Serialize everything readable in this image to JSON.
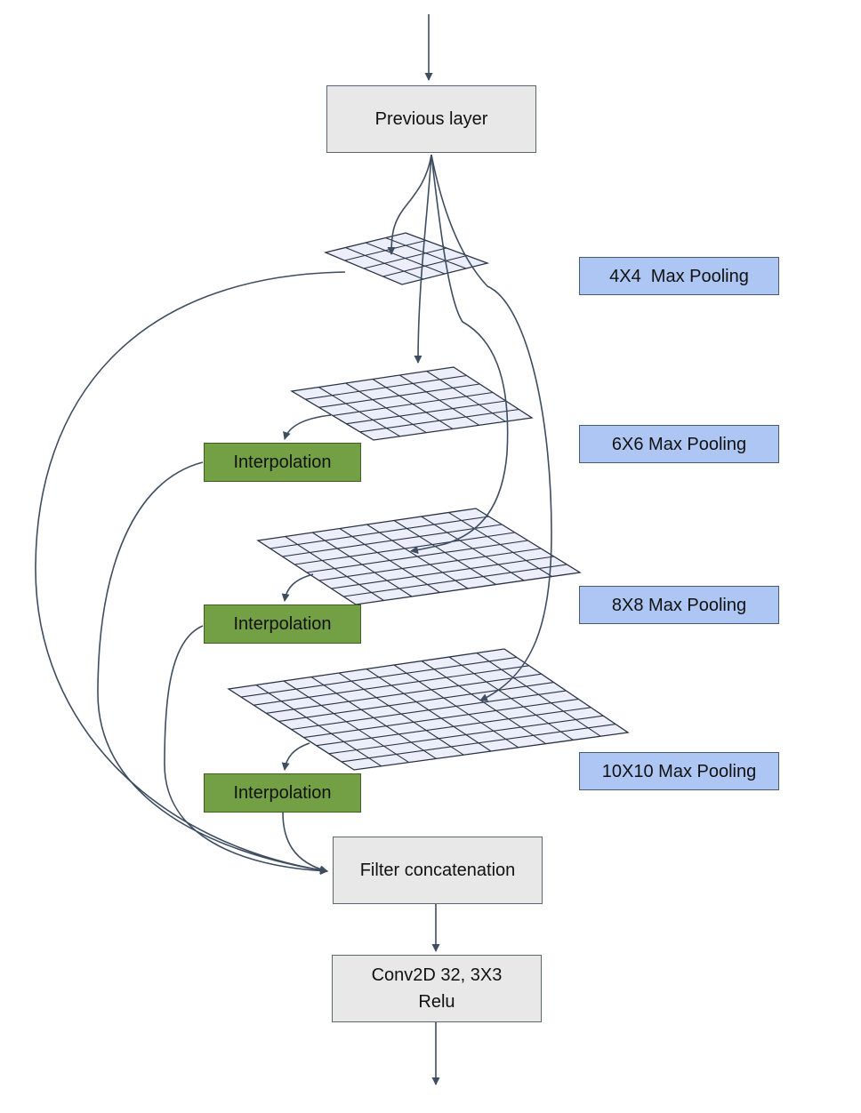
{
  "nodes": {
    "previous_layer": "Previous layer",
    "filter_concat": "Filter concatenation",
    "conv_line1": "Conv2D 32, 3X3",
    "conv_line2": "Relu"
  },
  "pooling_labels": {
    "p4": "4X4  Max Pooling",
    "p6": "6X6 Max Pooling",
    "p8": "8X8 Max Pooling",
    "p10": "10X10 Max Pooling"
  },
  "interpolation_labels": {
    "i6": "Interpolation",
    "i8": "Interpolation",
    "i10": "Interpolation"
  },
  "grids": [
    {
      "name": "grid-4x4",
      "size": 4
    },
    {
      "name": "grid-6x6",
      "size": 6
    },
    {
      "name": "grid-8x8",
      "size": 8
    },
    {
      "name": "grid-10x10",
      "size": 10
    }
  ],
  "colors": {
    "grey_box": "#e8e8e8",
    "pooling_box": "#aec6f3",
    "interpolation_box": "#73a045",
    "grid_fill": "#eceefa",
    "edge": "#3e4d60"
  }
}
